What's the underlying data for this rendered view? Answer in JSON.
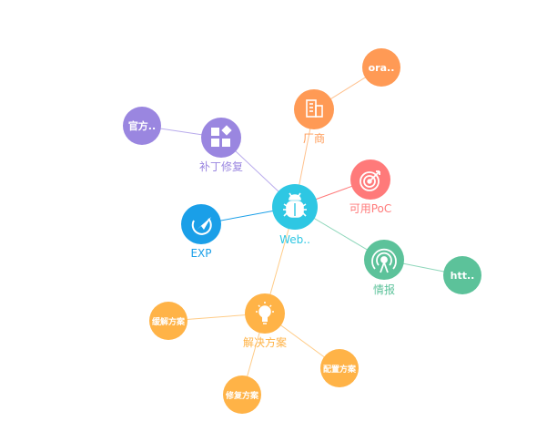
{
  "colors": {
    "center": "#2ec7e3",
    "vendor": "#ff9a55",
    "patch": "#9a86e0",
    "poc": "#ff7a7a",
    "exp": "#1a9fe8",
    "intel": "#5cc29a",
    "solution": "#ffb347"
  },
  "nodes": {
    "center": {
      "label": "Web..",
      "icon": "bug-icon"
    },
    "vendor": {
      "label": "厂商",
      "icon": "building-icon"
    },
    "vendor_child": {
      "inner": "ora.."
    },
    "patch": {
      "label": "补丁修复",
      "icon": "puzzle-icon"
    },
    "patch_child": {
      "inner": "官方.."
    },
    "poc": {
      "label": "可用PoC",
      "icon": "target-icon"
    },
    "exp": {
      "label": "EXP",
      "icon": "cursor-icon"
    },
    "intel": {
      "label": "情报",
      "icon": "broadcast-icon"
    },
    "intel_child": {
      "inner": "htt.."
    },
    "solution": {
      "label": "解决方案",
      "icon": "lightbulb-icon"
    },
    "sol_child_1": {
      "inner": "缓解方案"
    },
    "sol_child_2": {
      "inner": "配置方案"
    },
    "sol_child_3": {
      "inner": "修复方案"
    }
  }
}
